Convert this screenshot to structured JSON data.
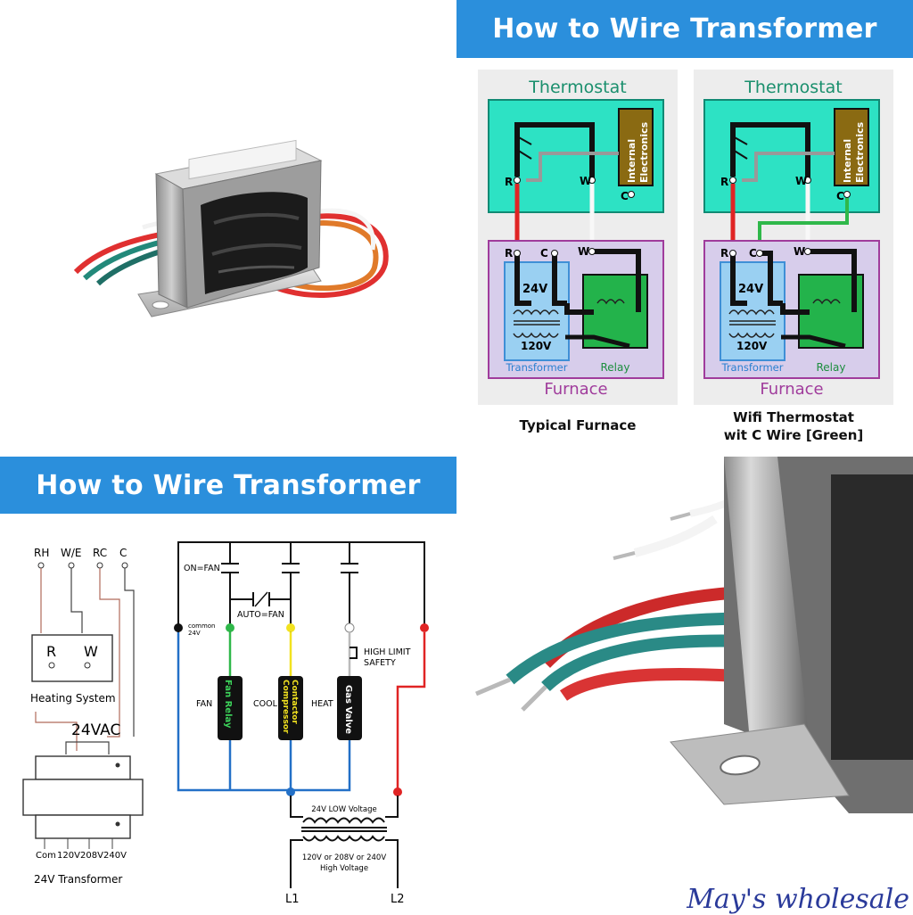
{
  "top_right": {
    "banner_title": "How to Wire Transformer",
    "diagrams": [
      {
        "thermostat_label": "Thermostat",
        "electronics_label_1": "Internal",
        "electronics_label_2": "Electronics",
        "terminal_r_top": "R",
        "terminal_w_top": "W",
        "terminal_c_top": "C",
        "terminal_r": "R",
        "terminal_c": "C",
        "terminal_w": "W",
        "voltage_low": "24V",
        "voltage_high": "120V",
        "transformer_label": "Transformer",
        "relay_label": "Relay",
        "furnace_label": "Furnace",
        "caption_line1": "Typical Furnace",
        "caption_line2": ""
      },
      {
        "thermostat_label": "Thermostat",
        "electronics_label_1": "Internal",
        "electronics_label_2": "Electronics",
        "terminal_r_top": "R",
        "terminal_w_top": "W",
        "terminal_c_top": "C",
        "terminal_r": "R",
        "terminal_c": "C",
        "terminal_w": "W",
        "voltage_low": "24V",
        "voltage_high": "120V",
        "transformer_label": "Transformer",
        "relay_label": "Relay",
        "furnace_label": "Furnace",
        "caption_line1": "Wifi Thermostat",
        "caption_line2": "wit C Wire [Green]"
      }
    ]
  },
  "bottom_left": {
    "banner_title": "How to Wire Transformer",
    "thermostat_terminals": [
      "RH",
      "W/E",
      "RC",
      "C"
    ],
    "heating_system_r": "R",
    "heating_system_w": "W",
    "heating_system_label": "Heating System",
    "vac_label": "24VAC",
    "taps": [
      "Com",
      "120V",
      "208V",
      "240V"
    ],
    "transformer_label": "24V Transformer",
    "on_fan": "ON=FAN",
    "auto_fan": "AUTO=FAN",
    "common_1": "common",
    "common_2": "24V",
    "high_limit_1": "HIGH LIMIT",
    "high_limit_2": "SAFETY",
    "fan": "FAN",
    "cool": "COOL",
    "heat": "HEAT",
    "fan_relay": "Fan Relay",
    "compressor_1": "Compressor",
    "compressor_2": "Contactor",
    "gas_valve": "Gas Valve",
    "low_voltage": "24V LOW Voltage",
    "high_voltage_1": "120V or 208V or 240V",
    "high_voltage_2": "High Voltage",
    "l1": "L1",
    "l2": "L2"
  },
  "watermark": "May's wholesale",
  "colors": {
    "banner": "#2b8fdc",
    "thermostat_bg": "#2de2c4",
    "furnace_bg": "#d7cdeb",
    "furnace_border": "#a03c9c",
    "relay_bg": "#23b34b",
    "transformer_bg": "#9ad0f2",
    "electronics_bg": "#8a6a12",
    "wire_red": "#e02424",
    "wire_green": "#2fb84a",
    "wire_blue": "#2370c7",
    "wire_yellow": "#f2e21f"
  }
}
